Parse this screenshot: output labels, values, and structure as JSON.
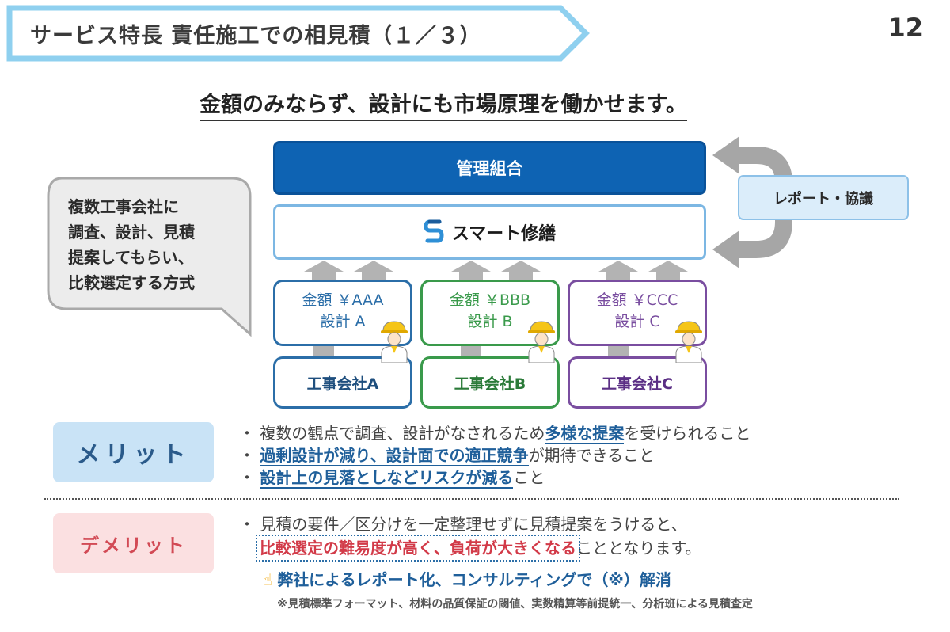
{
  "header": {
    "title": "サービス特長 責任施工での相見積（１／３）",
    "page_number": "12"
  },
  "subtitle": "金額のみならず、設計にも市場原理を働かせます。",
  "diagram": {
    "top_box": "管理組合",
    "middle_box": "スマート修繕",
    "report_box": "レポート・協議",
    "bubble_lines": [
      "複数工事会社に",
      "調査、設計、見積",
      "提案してもらい、",
      "比較選定する方式"
    ],
    "estimates": [
      {
        "amount": "金額 ￥AAA",
        "design": "設計 A"
      },
      {
        "amount": "金額 ￥BBB",
        "design": "設計 B"
      },
      {
        "amount": "金額 ￥CCC",
        "design": "設計 C"
      }
    ],
    "companies": [
      "工事会社A",
      "工事会社B",
      "工事会社C"
    ]
  },
  "merit": {
    "label": "メリット",
    "line1": {
      "pre": "・ 複数の観点で調査、設計がなされるため",
      "em": "多様な提案",
      "post": "を受けられること"
    },
    "line2": {
      "pre": "・ ",
      "em": "過剰設計が減り、設計面での適正競争",
      "post": "が期待できること"
    },
    "line3": {
      "pre": "・ ",
      "em": "設計上の見落としなどリスクが減る",
      "post": "こと"
    }
  },
  "demerit": {
    "label": "デメリット",
    "line1": "・ 見積の要件／区分けを一定整理せずに見積提案をうけると、",
    "line2_em": "比較選定の難易度が高く、負荷が大きくなる",
    "line2_post": "こととなります。",
    "solution": "弊社によるレポート化、コンサルティングで（※）解消",
    "footnote": "※見積標準フォーマット、材料の品質保証の閾値、実数精算等前提統一、分析班による見積査定"
  },
  "colors": {
    "banner_border": "#8fd0ef",
    "primary_blue": "#0e63b3",
    "company_a": "#2b6ea8",
    "company_b": "#3a9a4b",
    "company_c": "#7a4ea0",
    "demerit_red": "#d23a48"
  }
}
